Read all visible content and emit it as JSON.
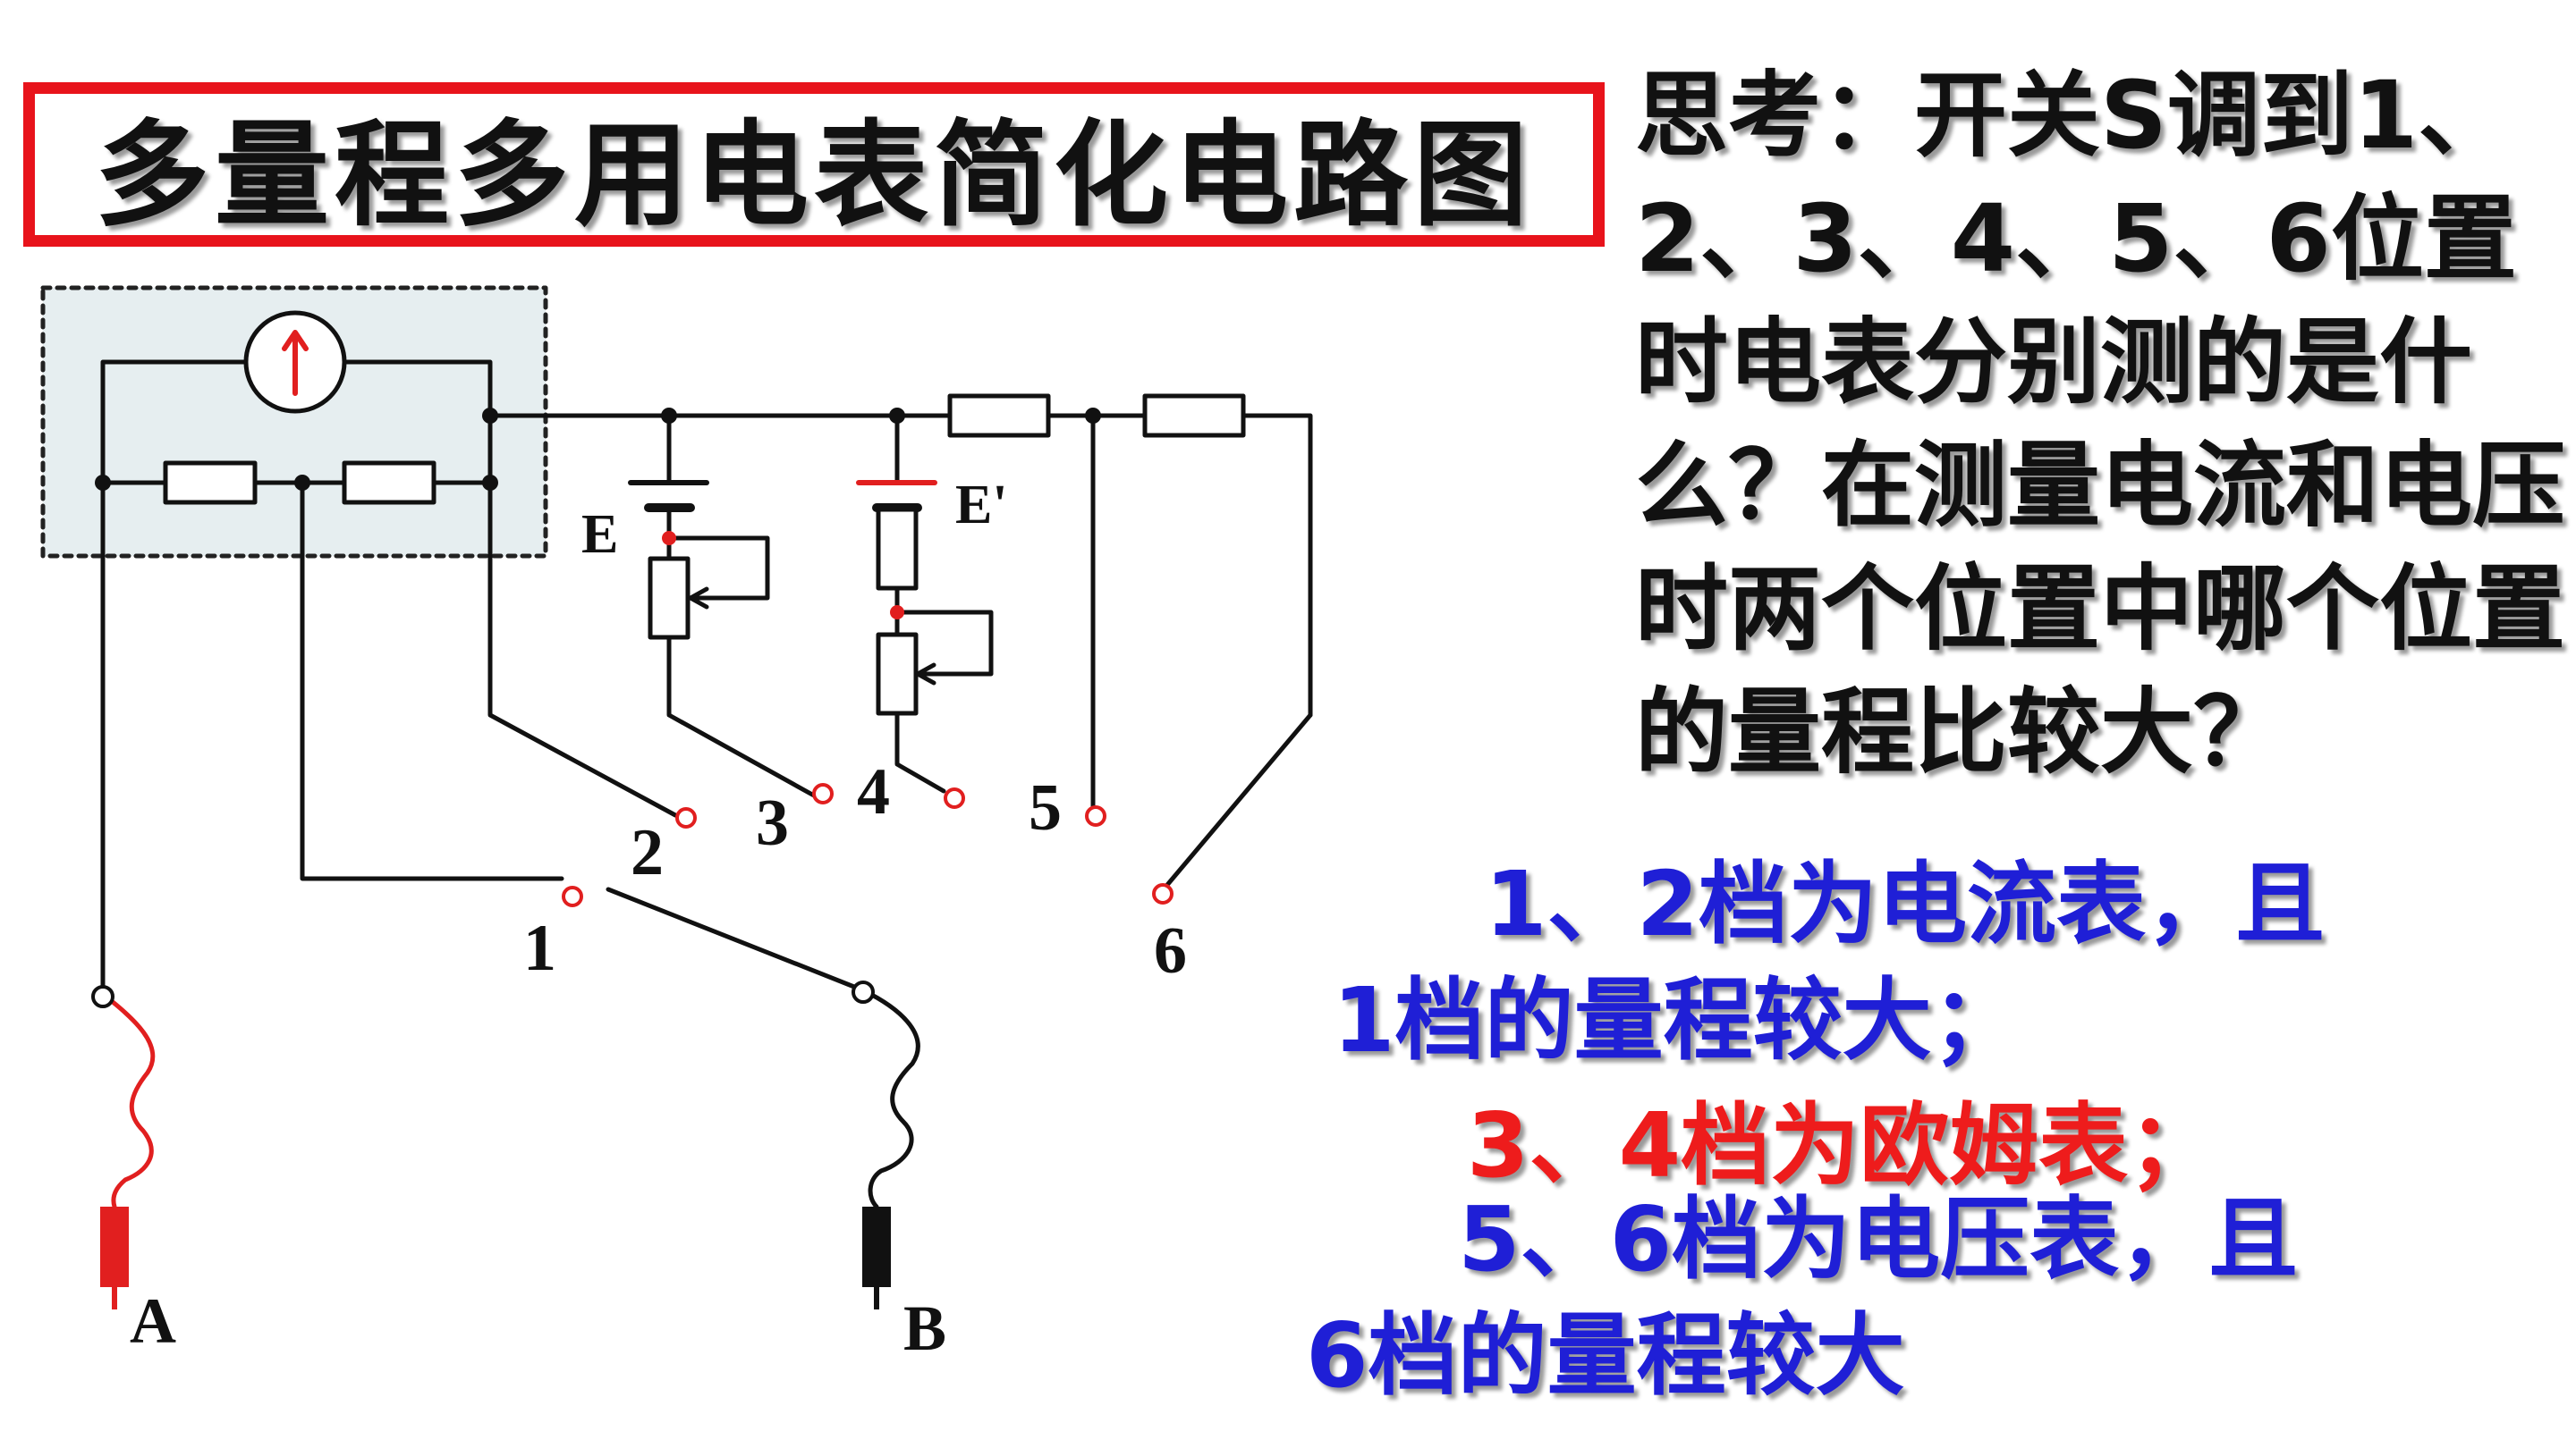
{
  "title": "多量程多用电表简化电路图",
  "question": "思考：开关S调到1、2、3、4、5、6位置时电表分别测的是什么？在测量电流和电压时两个位置中哪个位置的量程比较大？",
  "answers": [
    "1、2档为电流表，且",
    "1档的量程较大；",
    "3、4档为欧姆表；",
    "5、6档为电压表，且",
    "6档的量程较大"
  ],
  "circuit": {
    "battery_labels": [
      "E",
      "E'"
    ],
    "terminal_labels": [
      "1",
      "2",
      "3",
      "4",
      "5",
      "6"
    ],
    "probe_labels": [
      "A",
      "B"
    ]
  },
  "colors": {
    "title_border": "#e8131b",
    "answer_blue": "#1f1fd6",
    "answer_red": "#ee1c1c",
    "wire": "#111111",
    "accent_red": "#e11f1f",
    "box_fill": "#e6eef0"
  }
}
